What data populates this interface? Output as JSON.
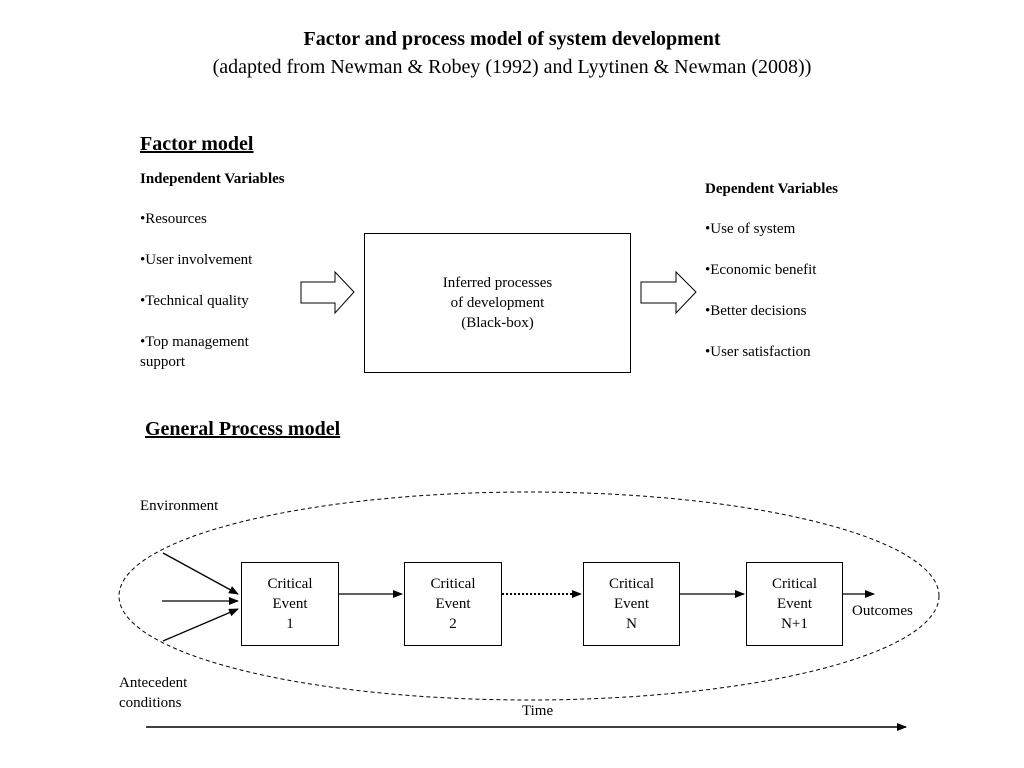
{
  "title": {
    "main": "Factor and process model of system development",
    "subtitle": "(adapted from Newman & Robey (1992) and Lyytinen & Newman (2008))"
  },
  "factor_model": {
    "heading": "Factor model",
    "independent": {
      "header": "Independent Variables",
      "items": [
        "•Resources",
        "•User involvement",
        "•Technical quality",
        "•Top management support"
      ]
    },
    "blackbox": {
      "lines": [
        "Inferred processes",
        "of development",
        "(Black-box)"
      ]
    },
    "dependent": {
      "header": "Dependent Variables",
      "items": [
        "•Use of system",
        "•Economic benefit",
        "•Better decisions",
        "•User satisfaction"
      ]
    }
  },
  "process_model": {
    "heading": "General Process model",
    "environment_label": "Environment",
    "antecedent_label": "Antecedent conditions",
    "outcomes_label": "Outcomes",
    "time_label": "Time",
    "events": [
      {
        "lines": [
          "Critical",
          "Event",
          "1"
        ]
      },
      {
        "lines": [
          "Critical",
          "Event",
          "2"
        ]
      },
      {
        "lines": [
          "Critical",
          "Event",
          "N"
        ]
      },
      {
        "lines": [
          "Critical",
          "Event",
          "N+1"
        ]
      }
    ]
  }
}
